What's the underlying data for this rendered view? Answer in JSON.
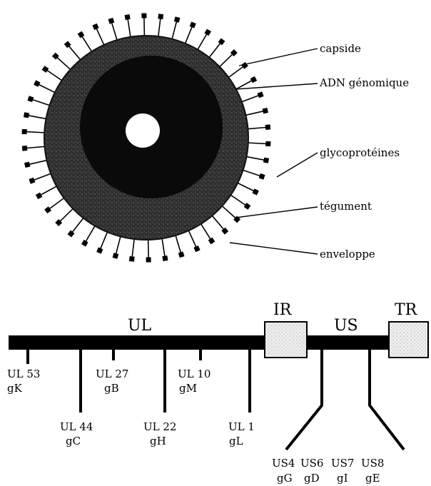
{
  "virion": {
    "labels": [
      {
        "key": "capside",
        "text": "capside"
      },
      {
        "key": "adn",
        "text": "ADN génomique"
      },
      {
        "key": "glyco",
        "text": "glycoprotéines"
      },
      {
        "key": "tegument",
        "text": "tégument"
      },
      {
        "key": "enveloppe",
        "text": "enveloppe"
      }
    ]
  },
  "genome": {
    "regions": {
      "ul": "UL",
      "ir": "IR",
      "us": "US",
      "tr": "TR"
    },
    "genes": [
      {
        "gene": "UL 53",
        "glyco": "gK"
      },
      {
        "gene": "UL 44",
        "glyco": "gC"
      },
      {
        "gene": "UL 27",
        "glyco": "gB"
      },
      {
        "gene": "UL 22",
        "glyco": "gH"
      },
      {
        "gene": "UL 10",
        "glyco": "gM"
      },
      {
        "gene": "UL 1",
        "glyco": "gL"
      },
      {
        "gene": "US4",
        "glyco": "gG"
      },
      {
        "gene": "US6",
        "glyco": "gD"
      },
      {
        "gene": "US7",
        "glyco": "gI"
      },
      {
        "gene": "US8",
        "glyco": "gE"
      }
    ]
  },
  "colors": {
    "ink": "#000000",
    "capsid_fill": "#0a0a0a",
    "envelope_fill": "#3a3a3a",
    "box_fill": "#e4e4e4"
  }
}
